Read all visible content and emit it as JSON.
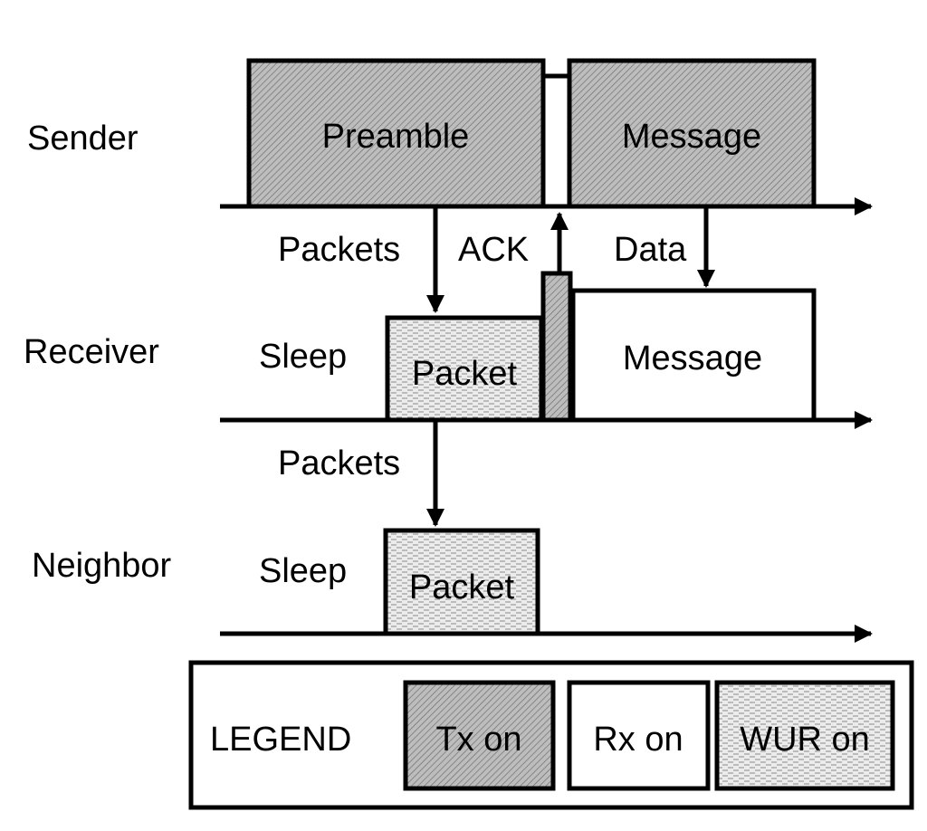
{
  "rows": {
    "sender": "Sender",
    "receiver": "Receiver",
    "neighbor": "Neighbor"
  },
  "boxes": {
    "preamble": "Preamble",
    "sender_message": "Message",
    "receiver_packet": "Packet",
    "receiver_message": "Message",
    "neighbor_packet": "Packet"
  },
  "arrows": {
    "sender_to_receiver": "Packets",
    "ack": "ACK",
    "data": "Data",
    "receiver_to_neighbor": "Packets"
  },
  "states": {
    "receiver_sleep": "Sleep",
    "neighbor_sleep": "Sleep"
  },
  "legend": {
    "title": "LEGEND",
    "tx": "Tx on",
    "rx": "Rx on",
    "wur": "WUR on"
  },
  "colors": {
    "tx_fill": "#bdbdbd",
    "wur_fill": "#e6e6e6",
    "rx_fill": "#ffffff"
  }
}
